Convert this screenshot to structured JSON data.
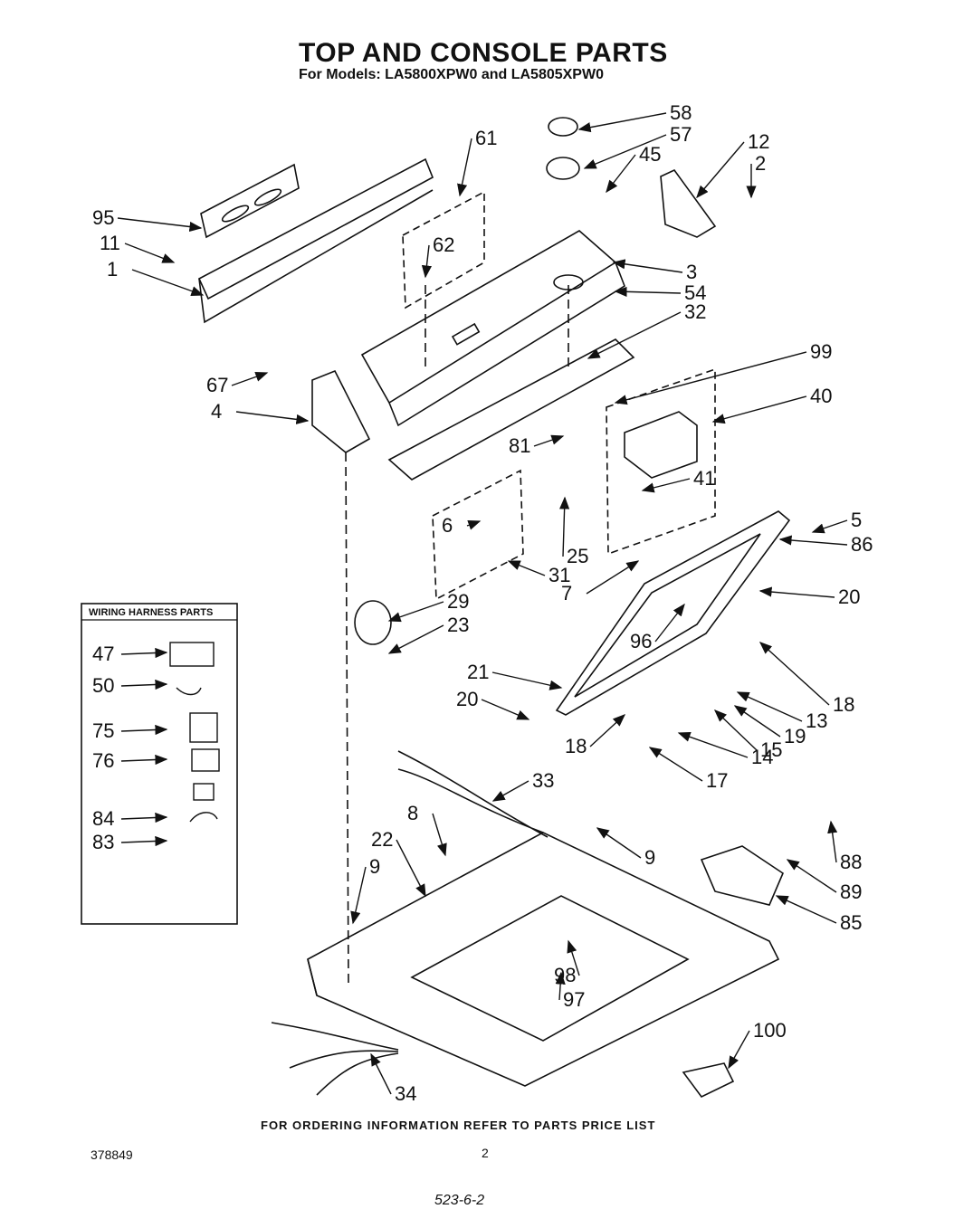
{
  "header": {
    "title": "TOP AND CONSOLE PARTS",
    "subtitle": "For Models: LA5800XPW0 and LA5805XPW0"
  },
  "wiring_box": {
    "title": "WIRING HARNESS PARTS",
    "items": [
      "47",
      "50",
      "75",
      "76",
      "84",
      "83"
    ]
  },
  "callouts": [
    "58",
    "57",
    "61",
    "12",
    "45",
    "2",
    "95",
    "11",
    "1",
    "62",
    "3",
    "54",
    "32",
    "99",
    "67",
    "4",
    "40",
    "81",
    "41",
    "6",
    "25",
    "31",
    "5",
    "86",
    "7",
    "20",
    "29",
    "23",
    "96",
    "21",
    "20",
    "18",
    "13",
    "19",
    "14",
    "15",
    "17",
    "18",
    "33",
    "8",
    "22",
    "9",
    "9",
    "88",
    "89",
    "85",
    "98",
    "97",
    "34",
    "100"
  ],
  "footer": {
    "ordering": "FOR ORDERING INFORMATION REFER TO PARTS PRICE LIST",
    "doc_number": "378849",
    "page_number": "2",
    "handwritten": "523-6-2"
  }
}
